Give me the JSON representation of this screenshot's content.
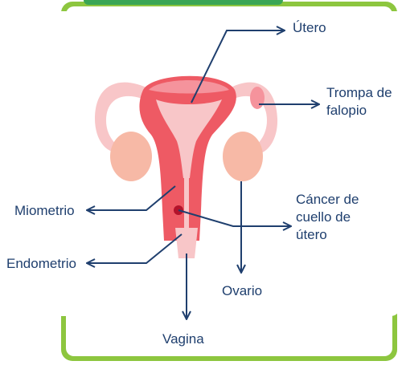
{
  "labels": {
    "utero": "Útero",
    "trompa": "Trompa de\nfalopio",
    "miometrio": "Miometrio",
    "cancer": "Cáncer de\ncuello de\nútero",
    "endometrio": "Endometrio",
    "ovario": "Ovario",
    "vagina": "Vagina"
  },
  "colors": {
    "frame": "#8dc63f",
    "accent_bar": "#3aa655",
    "arrow": "#1f3f6e",
    "uterus_dark": "#ee5a64",
    "uterus_light": "#f8c6c8",
    "ovary": "#f7b9a6",
    "tumor": "#b3132b"
  }
}
